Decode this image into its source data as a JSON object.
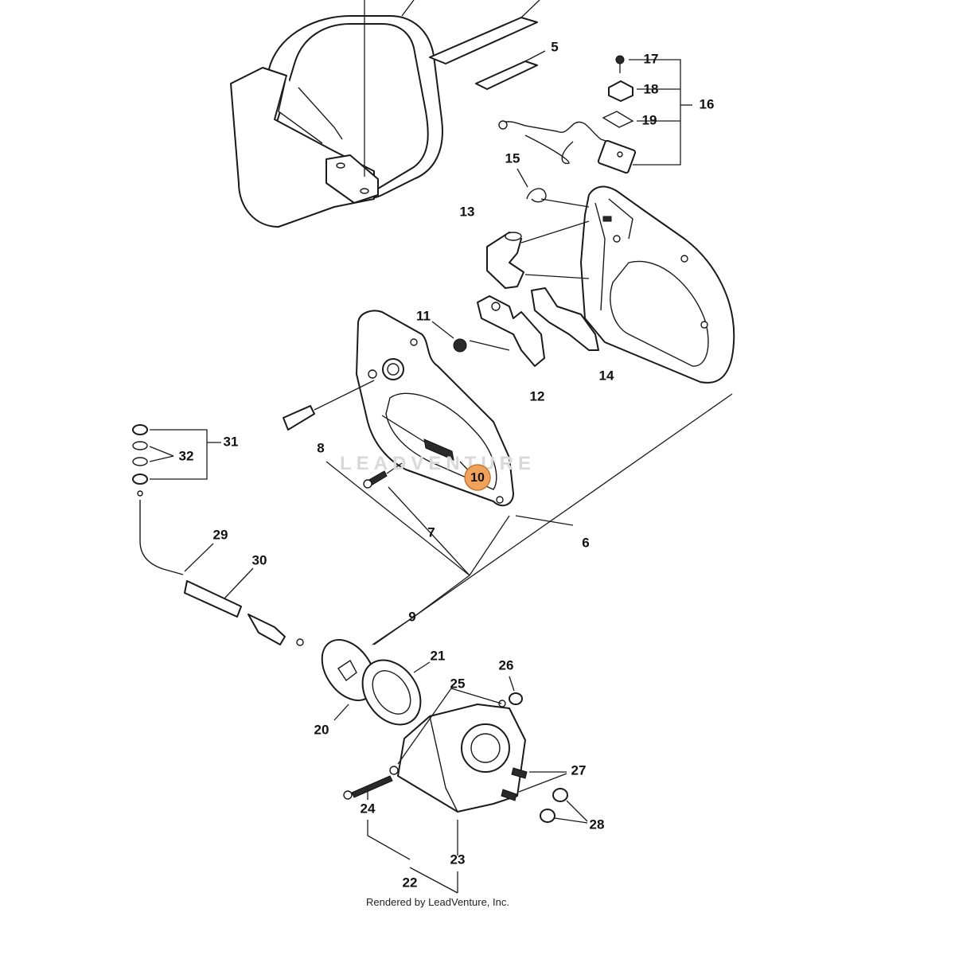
{
  "diagram": {
    "callouts": [
      "5",
      "8",
      "10",
      "11",
      "12",
      "13",
      "14",
      "15",
      "16",
      "17",
      "18",
      "19",
      "20",
      "21",
      "22",
      "23",
      "24",
      "25",
      "26",
      "27",
      "28",
      "29",
      "30",
      "31",
      "32",
      "6",
      "7",
      "9"
    ],
    "highlighted_callout": "10",
    "highlight_color": "#f0a15a",
    "watermark": "LEADVENTURE",
    "credit": "Rendered by LeadVenture, Inc."
  }
}
